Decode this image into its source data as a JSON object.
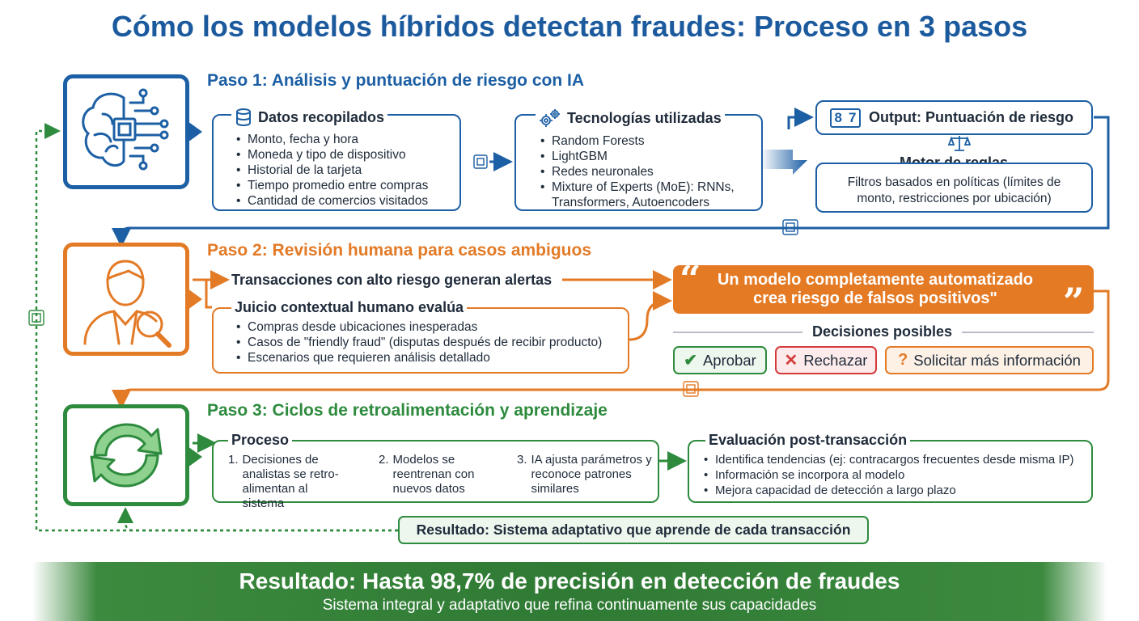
{
  "title": "Cómo los modelos híbridos detectan fraudes: Proceso en 3 pasos",
  "colors": {
    "blue": "#1c5fa4",
    "orange": "#e37a26",
    "green": "#2e8b3e"
  },
  "step1": {
    "heading": "Paso 1: Análisis y puntuación de riesgo con IA",
    "icon": "brain-chip-icon",
    "data_card": {
      "title": "Datos recopilados",
      "icon": "database-icon",
      "items": [
        "Monto, fecha y hora",
        "Moneda y tipo de dispositivo",
        "Historial de la tarjeta",
        "Tiempo promedio entre compras",
        "Cantidad de comercios visitados"
      ]
    },
    "tech_card": {
      "title": "Tecnologías utilizadas",
      "icon": "gears-icon",
      "items": [
        "Random Forests",
        "LightGBM",
        "Redes neuronales",
        "Mixture of Experts (MoE): RNNs, Transformers, Autoencoders"
      ]
    },
    "output": {
      "digits": "87",
      "title": "Output: Puntuación de riesgo",
      "scale_icon": "balance-scale-icon"
    },
    "rules": {
      "title": "Motor de reglas",
      "text": "Filtros basados en políticas (límites de monto, restricciones por ubicación)"
    }
  },
  "step2": {
    "heading": "Paso 2: Revisión humana para casos ambiguos",
    "icon": "analyst-magnifier-icon",
    "alerts": "Transacciones con alto riesgo generan alertas",
    "judgment": {
      "title": "Juicio contextual humano evalúa",
      "items": [
        "Compras desde ubicaciones inesperadas",
        "Casos de \"friendly fraud\" (disputas después de recibir producto)",
        "Escenarios que requieren análisis detallado"
      ]
    },
    "quote": "Un modelo completamente automatizado crea riesgo de falsos positivos\"",
    "decisions_title": "Decisiones posibles",
    "decisions": [
      {
        "label": "Aprobar",
        "icon": "check-icon",
        "color": "#2e8b3e"
      },
      {
        "label": "Rechazar",
        "icon": "x-icon",
        "color": "#d33a3a"
      },
      {
        "label": "Solicitar más información",
        "icon": "question-icon",
        "color": "#e37a26"
      }
    ]
  },
  "step3": {
    "heading": "Paso 3: Ciclos de retroalimentación y aprendizaje",
    "icon": "refresh-cycle-icon",
    "process": {
      "title": "Proceso",
      "steps": [
        {
          "n": "1.",
          "text": "Decisiones de analistas se retro-alimentan al sistema"
        },
        {
          "n": "2.",
          "text": "Modelos se reentrenan con nuevos datos"
        },
        {
          "n": "3.",
          "text": "IA ajusta parámetros y reconoce patrones similares"
        }
      ]
    },
    "evaluation": {
      "title": "Evaluación post-transacción",
      "items": [
        "Identifica tendencias (ej: contracargos frecuentes desde misma IP)",
        "Información se incorpora al modelo",
        "Mejora capacidad de detección a largo plazo"
      ]
    },
    "result": "Resultado: Sistema adaptativo que aprende de cada transacción"
  },
  "banner": {
    "title": "Resultado: Hasta 98,7% de precisión en detección de fraudes",
    "subtitle": "Sistema integral y adaptativo que refina continuamente sus capacidades"
  }
}
